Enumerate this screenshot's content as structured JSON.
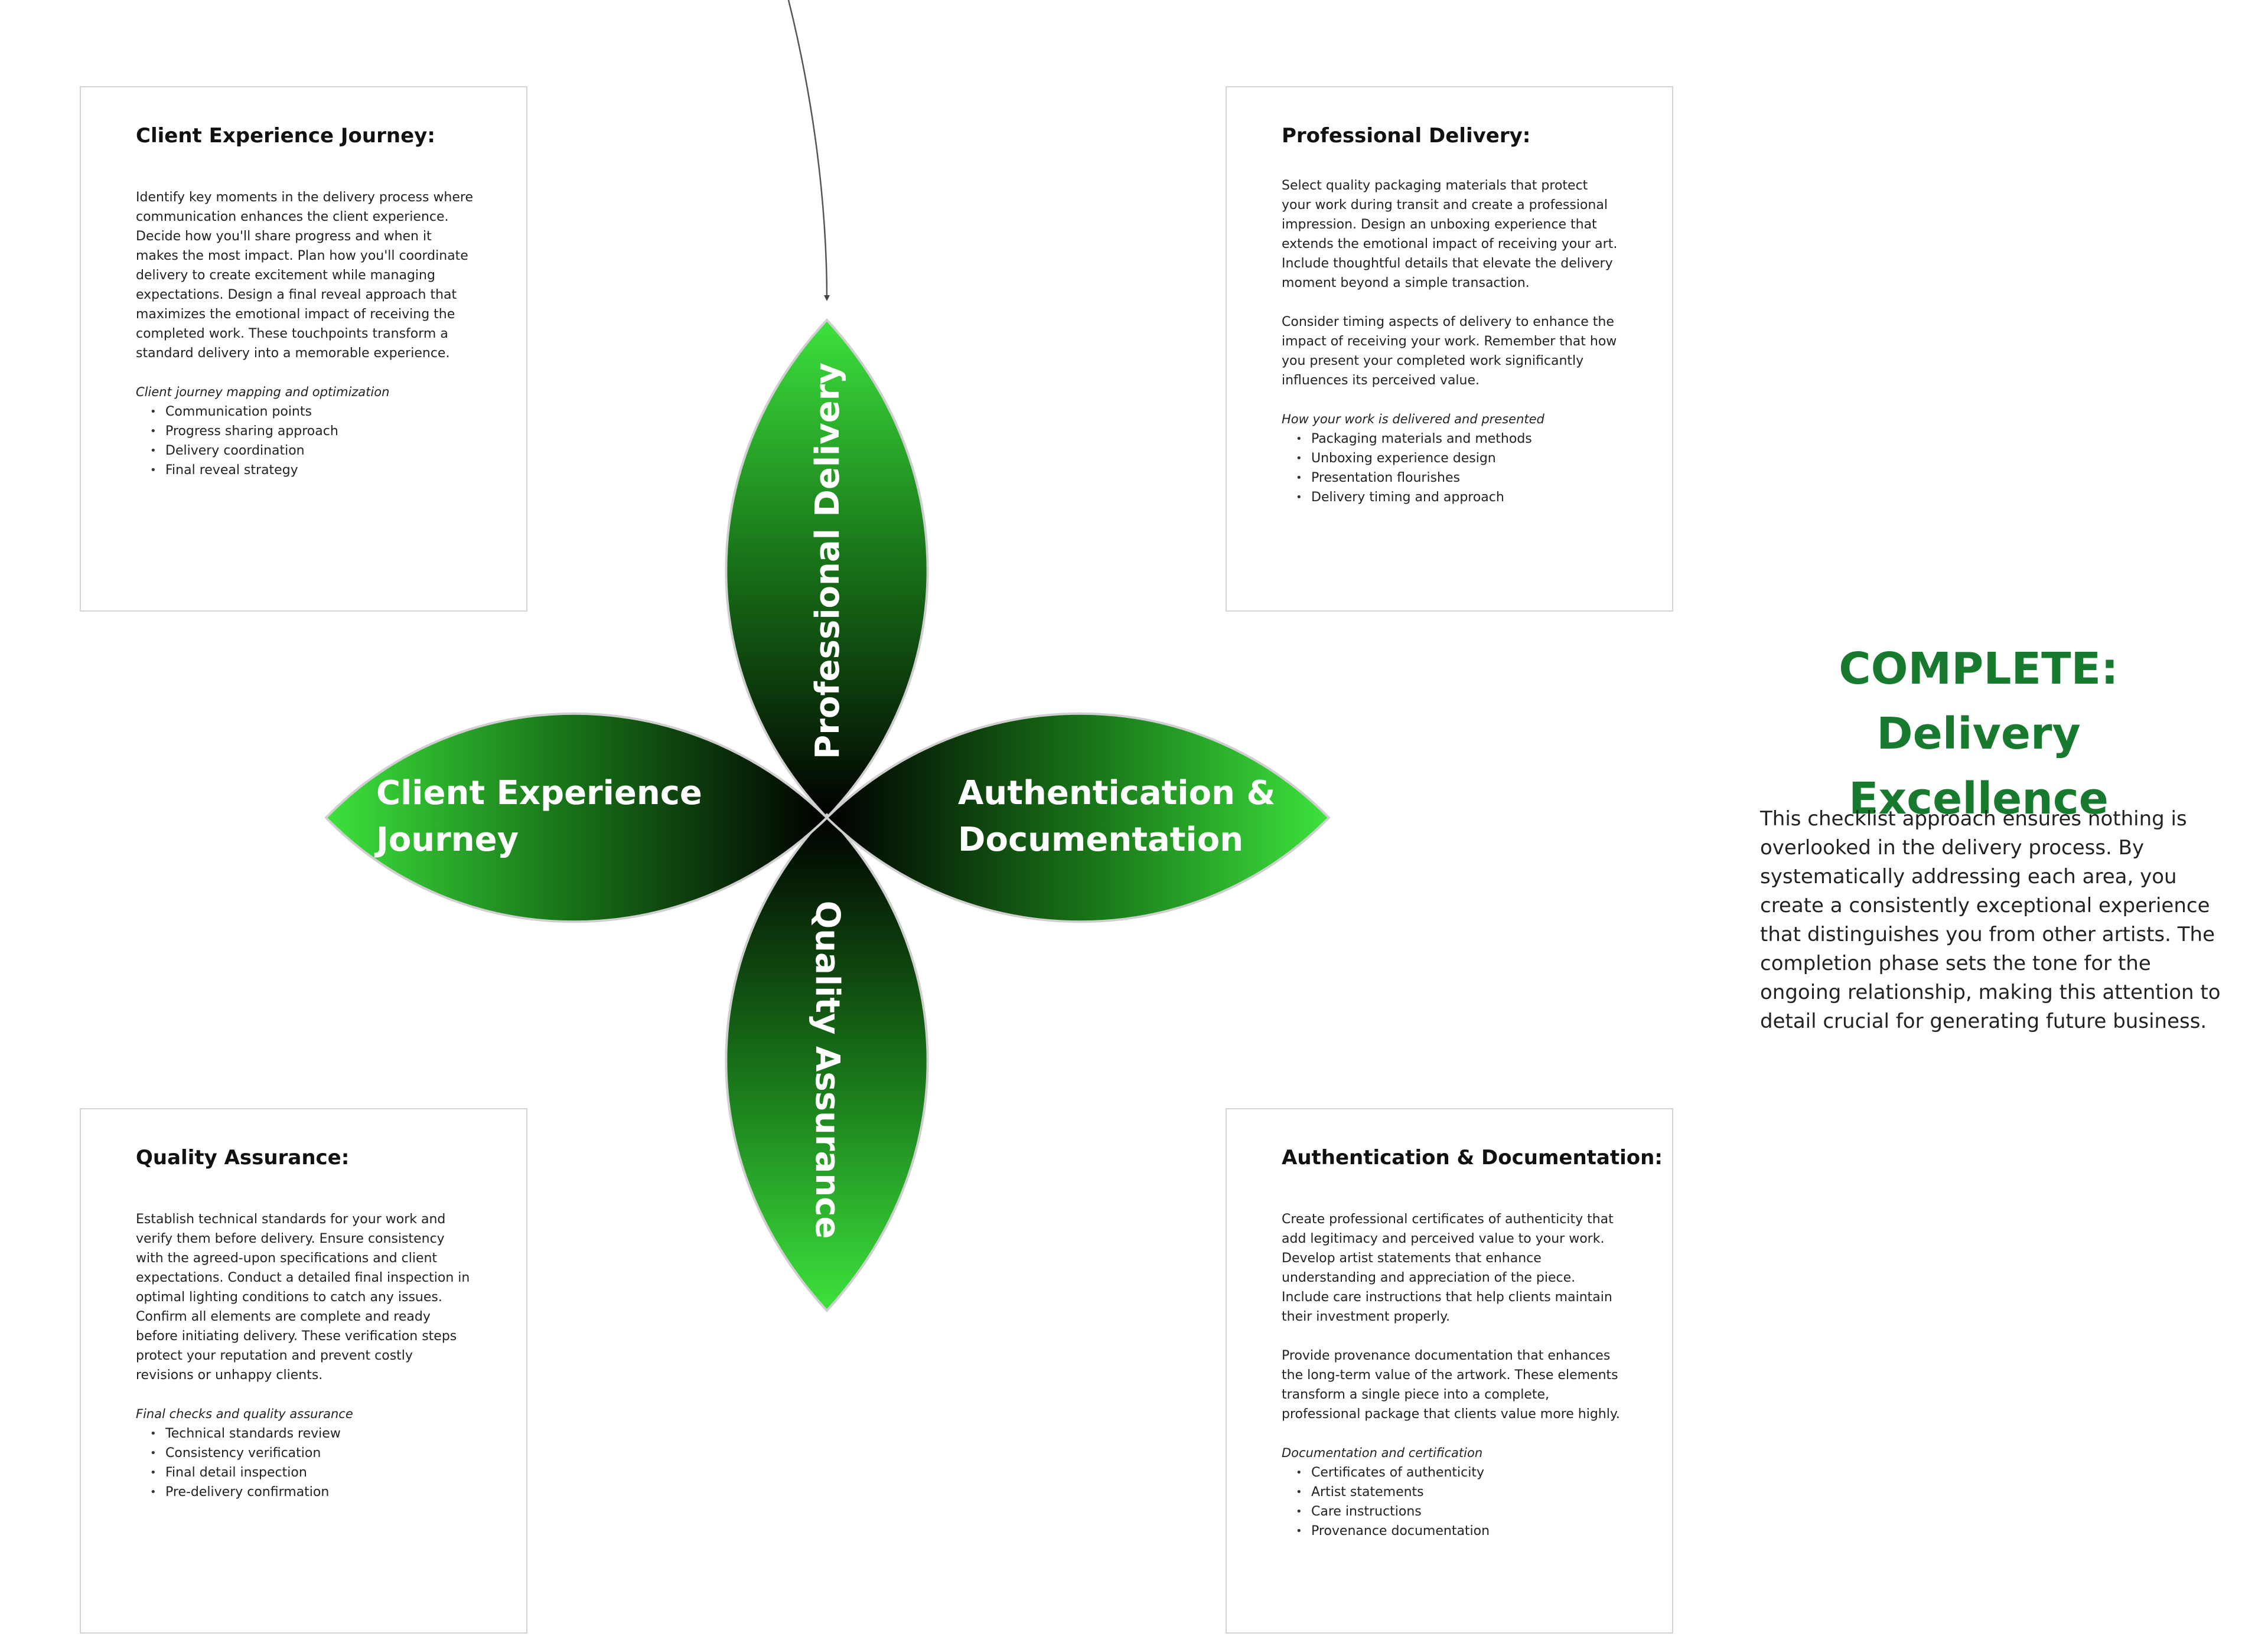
{
  "colors": {
    "accent": "#177a2e",
    "petal_tip": "#3de23d",
    "petal_center": "#000000",
    "card_border": "#d4d4d4"
  },
  "petals": {
    "top": "Professional Delivery",
    "left_line1": "Client Experience",
    "left_line2": "Journey",
    "right_line1": "Authentication &",
    "right_line2": "Documentation",
    "bottom": "Quality Assurance"
  },
  "cards": {
    "client": {
      "title": "Client Experience Journey:",
      "paragraphs": [
        "Identify key moments in the delivery process where communication enhances the client experience. Decide how you'll share progress and when it makes the most impact. Plan how you'll coordinate delivery to create excitement while managing expectations. Design a final reveal approach that maximizes the emotional impact of receiving the completed work. These touchpoints transform a standard delivery into a memorable experience."
      ],
      "caption": "Client journey mapping and optimization",
      "items": [
        "Communication points",
        "Progress sharing approach",
        "Delivery coordination",
        "Final reveal strategy"
      ]
    },
    "delivery": {
      "title": "Professional Delivery:",
      "paragraphs": [
        "Select quality packaging materials that protect your work during transit and create a professional impression. Design an unboxing experience that extends the emotional impact of receiving your art. Include thoughtful details that elevate the delivery moment beyond a simple transaction.",
        "Consider timing aspects of delivery to enhance the impact of receiving your work. Remember that how you present your completed work significantly influences its perceived value."
      ],
      "caption": "How your work is delivered and presented",
      "items": [
        "Packaging materials and methods",
        "Unboxing experience design",
        "Presentation flourishes",
        "Delivery timing and approach"
      ]
    },
    "quality": {
      "title": "Quality Assurance:",
      "paragraphs": [
        "Establish technical standards for your work and verify them before delivery. Ensure consistency with the agreed-upon specifications and client expectations. Conduct a detailed final inspection in optimal lighting conditions to catch any issues. Confirm all elements are complete and ready before initiating delivery. These verification steps protect your reputation and prevent costly revisions or unhappy clients."
      ],
      "caption": "Final checks and quality assurance",
      "items": [
        "Technical standards review",
        "Consistency verification",
        "Final detail inspection",
        "Pre-delivery confirmation"
      ]
    },
    "auth": {
      "title": "Authentication & Documentation:",
      "paragraphs": [
        "Create professional certificates of authenticity that add legitimacy and perceived value to your work. Develop artist statements that enhance understanding and appreciation of the piece. Include care instructions that help clients maintain their investment properly.",
        "Provide provenance documentation that enhances the long-term value of the artwork. These elements transform a single piece into a complete, professional package that clients value more highly."
      ],
      "caption": "Documentation and certification",
      "items": [
        "Certificates of authenticity",
        "Artist statements",
        "Care instructions",
        "Provenance documentation"
      ]
    }
  },
  "summary": {
    "title_line1": "COMPLETE:",
    "title_line2": "Delivery Excellence",
    "body": "This checklist approach ensures nothing is overlooked in the delivery process. By systematically addressing each area, you create a consistently exceptional experience that distinguishes you from other artists. The completion phase sets the tone for the ongoing relationship, making this attention to detail crucial for generating future business."
  }
}
